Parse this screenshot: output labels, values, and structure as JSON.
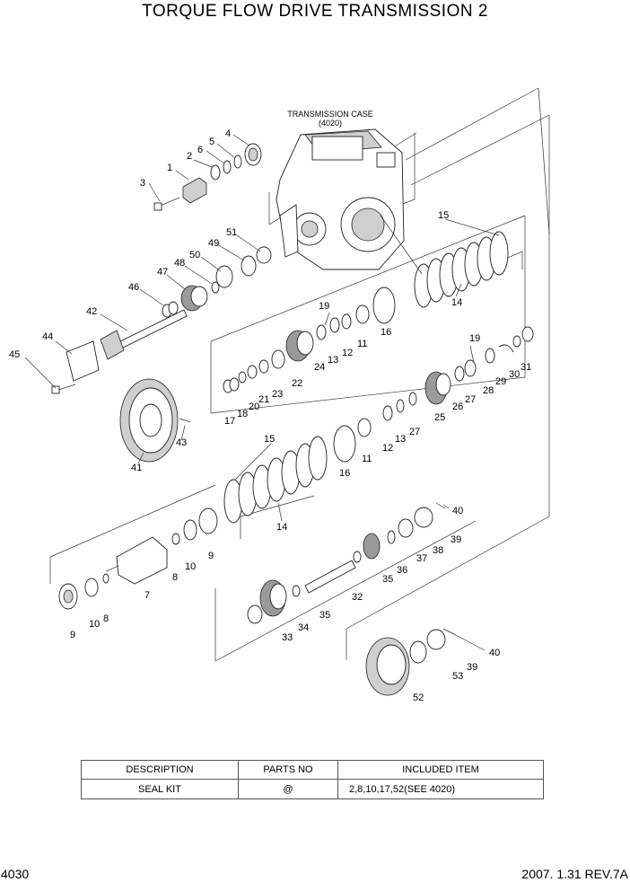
{
  "title": "TORQUE FLOW DRIVE TRANSMISSION 2",
  "case_label": {
    "name": "TRANSMISSION CASE",
    "ref": "(4020)"
  },
  "callouts": {
    "p1": "1",
    "p2": "2",
    "p3": "3",
    "p4": "4",
    "p5": "5",
    "p6": "6",
    "p7": "7",
    "p8a": "8",
    "p8b": "8",
    "p9a": "9",
    "p9b": "9",
    "p10a": "10",
    "p10b": "10",
    "p11a": "11",
    "p11b": "11",
    "p12a": "12",
    "p12b": "12",
    "p13a": "13",
    "p13b": "13",
    "p14a": "14",
    "p14b": "14",
    "p15a": "15",
    "p15b": "15",
    "p16a": "16",
    "p16b": "16",
    "p17": "17",
    "p18": "18",
    "p19a": "19",
    "p19b": "19",
    "p20": "20",
    "p21": "21",
    "p22": "22",
    "p23": "23",
    "p24": "24",
    "p25": "25",
    "p26": "26",
    "p27a": "27",
    "p27b": "27",
    "p28": "28",
    "p29": "29",
    "p30": "30",
    "p31": "31",
    "p32": "32",
    "p33": "33",
    "p34": "34",
    "p35a": "35",
    "p35b": "35",
    "p36": "36",
    "p37": "37",
    "p38": "38",
    "p39a": "39",
    "p39b": "39",
    "p40a": "40",
    "p40b": "40",
    "p41": "41",
    "p42": "42",
    "p43": "43",
    "p44": "44",
    "p45": "45",
    "p46": "46",
    "p47": "47",
    "p48": "48",
    "p49": "49",
    "p50": "50",
    "p51": "51",
    "p52": "52",
    "p53": "53"
  },
  "table": {
    "headers": [
      "DESCRIPTION",
      "PARTS NO",
      "INCLUDED ITEM"
    ],
    "rows": [
      [
        "SEAL KIT",
        "@",
        "2,8,10,17,52(SEE 4020)"
      ]
    ]
  },
  "footer": {
    "page_number": "4030",
    "revision": "2007. 1.31 REV.7A"
  }
}
